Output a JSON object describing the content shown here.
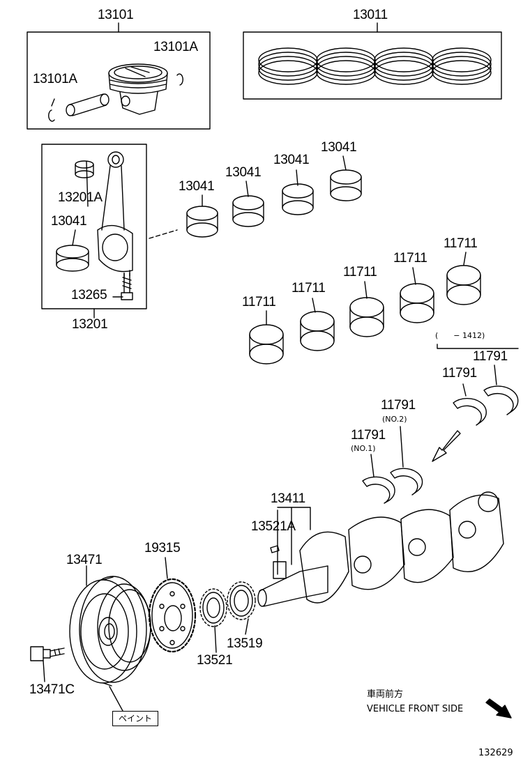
{
  "labels": {
    "piston_set": "13101",
    "ring_set": "13011",
    "snap_ring_right": "13101A",
    "snap_ring_left": "13101A",
    "rod_bushing": "13201A",
    "rod_bearing_inner": "13041",
    "rod_bolt": "13265",
    "rod_assembly": "13201",
    "rod_bearing_1": "13041",
    "rod_bearing_2": "13041",
    "rod_bearing_3": "13041",
    "rod_bearing_4": "13041",
    "main_bearing_1": "11711",
    "main_bearing_2": "11711",
    "main_bearing_3": "11711",
    "main_bearing_4": "11711",
    "main_bearing_5": "11711",
    "thrust_washer_a": "11791",
    "thrust_washer_b": "11791",
    "thrust_washer_no2": "11791",
    "thrust_washer_no1": "11791",
    "crankshaft": "13411",
    "crank_key": "13521A",
    "pulley": "13471",
    "pulley_bolt": "13471C",
    "timing_rotor": "19315",
    "crank_gear_1": "13521",
    "crank_gear_2": "13519"
  },
  "sublabels": {
    "date_range": "(　　− 1412)",
    "no2": "(NO.2)",
    "no1": "(NO.1)"
  },
  "paint_label": "ペイント",
  "front_side_jp": "車両前方",
  "front_side_en": "VEHICLE FRONT SIDE",
  "figure_number": "132629"
}
